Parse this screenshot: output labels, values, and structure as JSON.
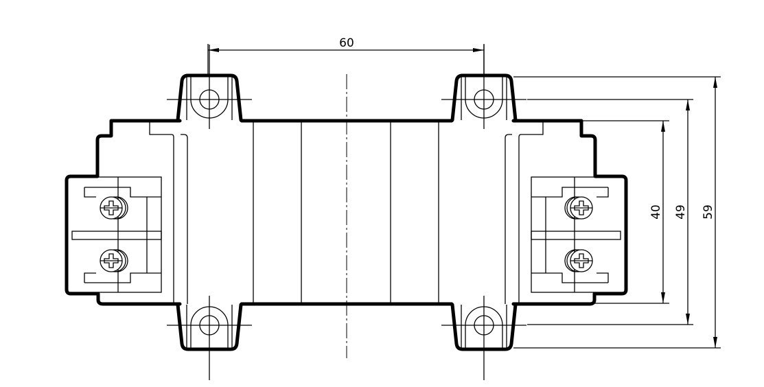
{
  "drawing": {
    "dimensions": [
      {
        "name": "width-between-holes",
        "value": "60"
      },
      {
        "name": "body-height",
        "value": "40"
      },
      {
        "name": "hole-spacing-vertical",
        "value": "49"
      },
      {
        "name": "overall-height",
        "value": "59"
      }
    ],
    "line_color": "#000000",
    "background": "#ffffff"
  }
}
